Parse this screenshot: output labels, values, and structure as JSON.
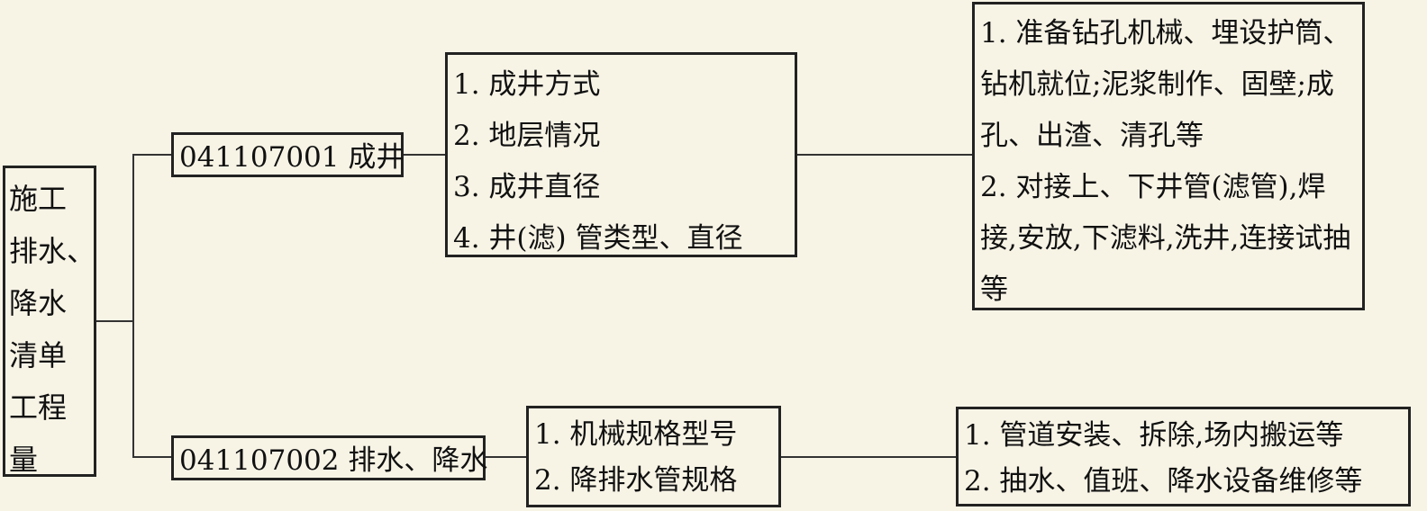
{
  "root": {
    "lines": [
      "施工",
      "排水、",
      "降水",
      "清单",
      "工程",
      "量"
    ]
  },
  "items": [
    {
      "code_label": "041107001 成井",
      "features": [
        "1. 成井方式",
        "2. 地层情况",
        "3. 成井直径",
        "4. 井(滤) 管类型、直径"
      ],
      "work": [
        "1. 准备钻孔机械、埋设护筒、钻机就位;泥浆制作、固壁;成孔、出渣、清孔等",
        "2. 对接上、下井管(滤管),焊接,安放,下滤料,洗井,连接试抽等"
      ]
    },
    {
      "code_label": "041107002 排水、降水",
      "features": [
        "1. 机械规格型号",
        "2. 降排水管规格"
      ],
      "work": [
        "1. 管道安装、拆除,场内搬运等",
        "2. 抽水、值班、降水设备维修等"
      ]
    }
  ]
}
